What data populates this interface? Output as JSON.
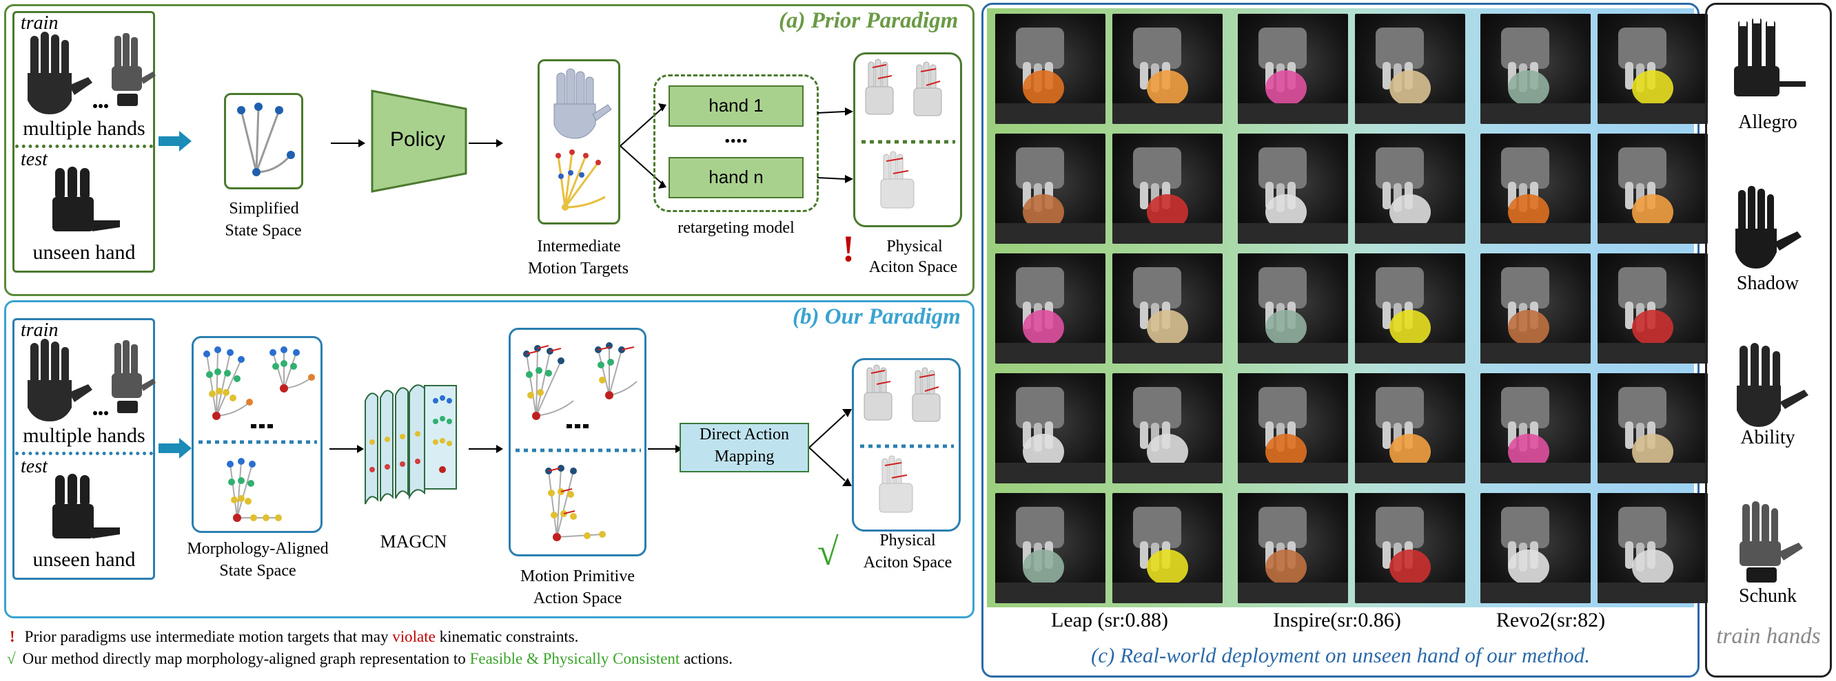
{
  "prior": {
    "title": "(a) Prior Paradigm",
    "train": "train",
    "test": "test",
    "multiple_hands": "multiple hands",
    "unseen_hand": "unseen hand",
    "simplified_state": [
      "Simplified",
      "State Space"
    ],
    "policy": "Policy",
    "intermediate": [
      "Intermediate",
      "Motion Targets"
    ],
    "hand1": "hand 1",
    "dots": "....",
    "handn": "hand n",
    "retargeting": "retargeting model",
    "warning": "!",
    "physical": [
      "Physical",
      "Aciton Space"
    ]
  },
  "ours": {
    "title": "(b) Our Paradigm",
    "train": "train",
    "test": "test",
    "multiple_hands": "multiple hands",
    "unseen_hand": "unseen hand",
    "morph_state": [
      "Morphology-Aligned",
      "State Space"
    ],
    "magcn": "MAGCN",
    "primitive": [
      "Motion Primitive",
      "Action Space"
    ],
    "direct": [
      "Direct Action",
      "Mapping"
    ],
    "check": "√",
    "physical": [
      "Physical",
      "Aciton Space"
    ]
  },
  "notes": {
    "n1_mark": "!",
    "n1_a": "Prior paradigms use intermediate motion targets that may ",
    "n1_b": "violate",
    "n1_c": " kinematic constraints.",
    "n2_mark": "√",
    "n2_a": "Our method directly map morphology-aligned graph representation to ",
    "n2_b": "Feasible & Physically Consistent",
    "n2_c": " actions."
  },
  "deploy": {
    "labels": [
      "Leap (sr:0.88)",
      "Inspire(sr:0.86)",
      "Revo2(sr:82)"
    ],
    "caption": "(c) Real-world deployment on unseen hand of our method."
  },
  "train_hands": {
    "names": [
      "Allegro",
      "Shadow",
      "Ability",
      "Schunk"
    ],
    "caption": "train hands"
  },
  "colors": {
    "prior_green": "#6a9a45",
    "ours_blue": "#3aa3d0",
    "policy_fill": "#a9d18e",
    "direct_fill": "#bfe3ee",
    "violate_red": "#c00000",
    "feasible_green": "#3aa32a"
  }
}
